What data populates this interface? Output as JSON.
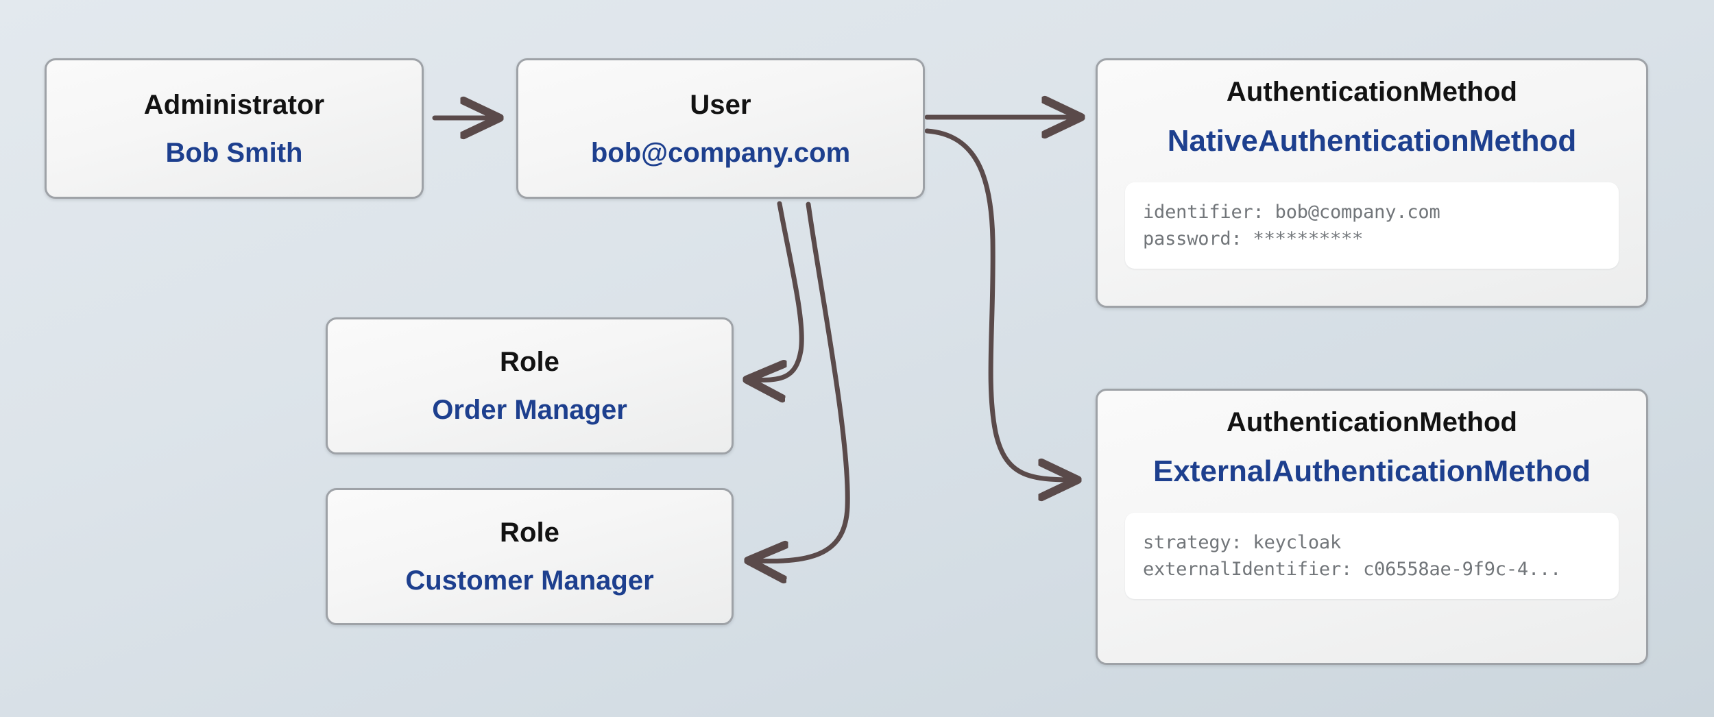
{
  "diagram": {
    "type": "entity-relationship-graph",
    "background_top_color": "#e3e9ee",
    "background_bottom_color": "#ccd6dd",
    "node_border_color": "#9ea2a7",
    "title_color": "#121212",
    "subtitle_color": "#1d3f8e",
    "edge_color": "#5a4a4a",
    "detail_text_color": "#717579"
  },
  "nodes": {
    "administrator": {
      "title": "Administrator",
      "subtitle": "Bob Smith"
    },
    "user": {
      "title": "User",
      "subtitle": "bob@company.com"
    },
    "role_order": {
      "title": "Role",
      "subtitle": "Order Manager"
    },
    "role_customer": {
      "title": "Role",
      "subtitle": "Customer Manager"
    },
    "auth_native": {
      "title": "AuthenticationMethod",
      "subtitle": "NativeAuthenticationMethod",
      "details": [
        "identifier: bob@company.com",
        "password: **********"
      ]
    },
    "auth_external": {
      "title": "AuthenticationMethod",
      "subtitle": "ExternalAuthenticationMethod",
      "details": [
        "strategy: keycloak",
        "externalIdentifier: c06558ae-9f9c-4..."
      ]
    }
  },
  "edges": [
    {
      "id": "administrator-to-user",
      "from": "administrator",
      "to": "user",
      "style": "straight"
    },
    {
      "id": "user-to-auth-native",
      "from": "user",
      "to": "auth_native",
      "style": "straight"
    },
    {
      "id": "user-to-auth-external",
      "from": "user",
      "to": "auth_external",
      "style": "curved"
    },
    {
      "id": "user-to-role-order",
      "from": "user",
      "to": "role_order",
      "style": "curved"
    },
    {
      "id": "user-to-role-customer",
      "from": "user",
      "to": "role_customer",
      "style": "curved"
    }
  ]
}
